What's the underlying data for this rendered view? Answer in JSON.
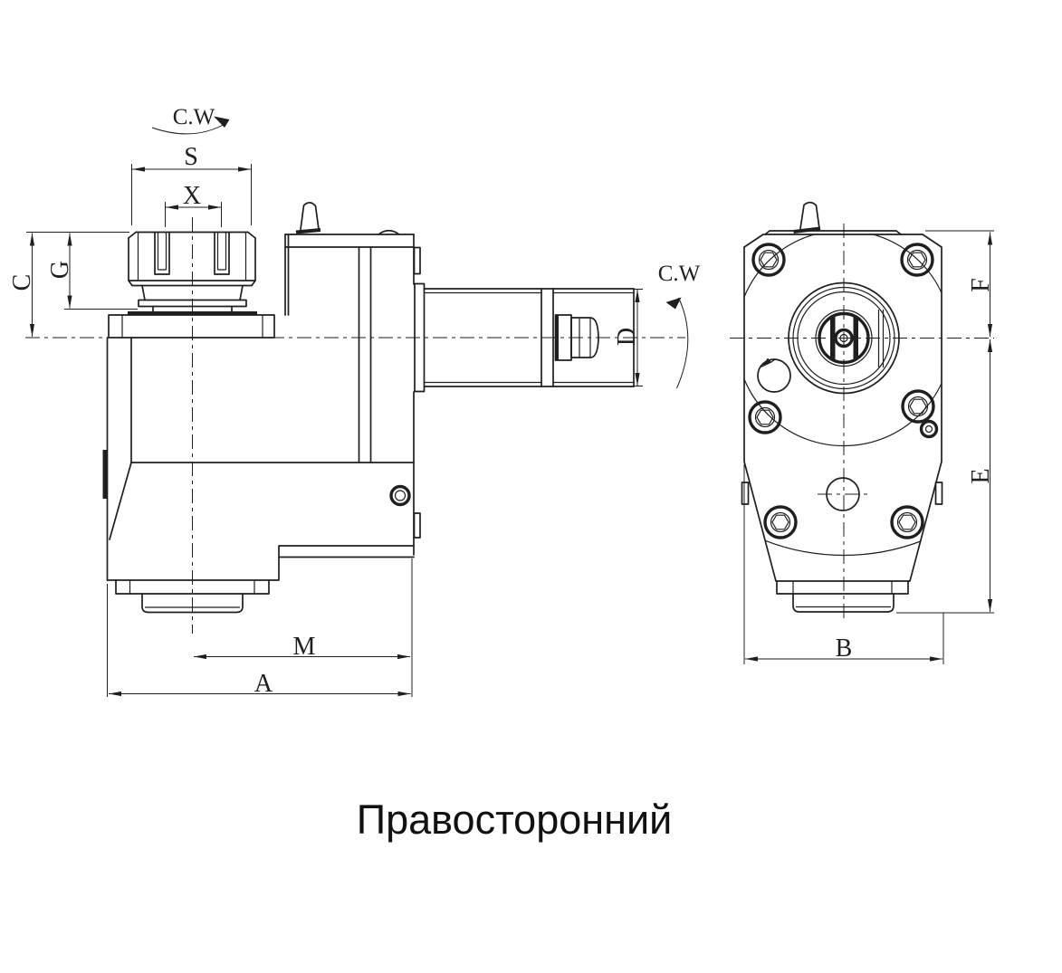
{
  "drawing": {
    "caption": "Правосторонний",
    "side_view": {
      "rotation_label": "C.W",
      "dim_s": "S",
      "dim_x": "X",
      "dim_c": "C",
      "dim_g": "G",
      "dim_d": "D",
      "dim_m": "M",
      "dim_a": "A"
    },
    "front_view": {
      "rotation_label": "C.W",
      "dim_f": "F",
      "dim_e": "E",
      "dim_b": "B"
    },
    "colors": {
      "line": "#1f1f1f",
      "background": "#ffffff"
    }
  }
}
